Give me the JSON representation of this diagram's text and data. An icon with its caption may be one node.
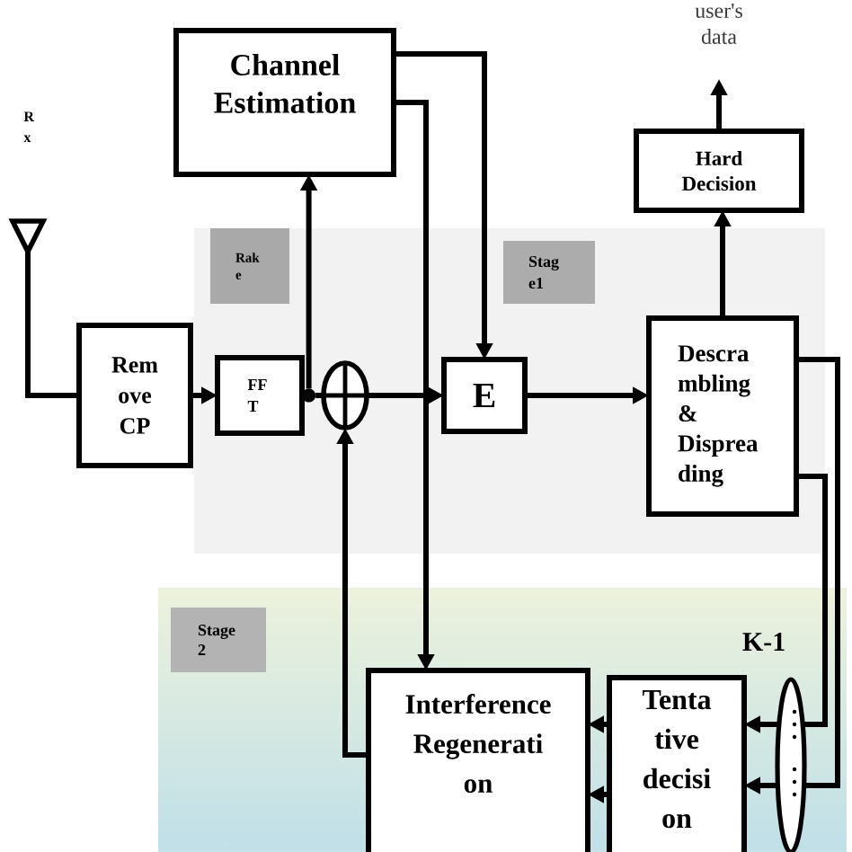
{
  "diagram": {
    "nodes": [
      {
        "text": [
          "user's data"
        ]
      },
      {
        "text": [
          "Channel Estimation"
        ]
      },
      {
        "text": [
          "Hard Decision"
        ]
      },
      {
        "text": [],
        "shape": "triangle"
      },
      {
        "text": [],
        "shape": "box"
      },
      {
        "text": [
          "Rak e"
        ],
        "in": 4
      },
      {
        "text": [
          "Stag e1"
        ],
        "in": 4
      },
      {
        "text": [
          "Rem ove CP"
        ]
      },
      {
        "text": [
          "FF T"
        ],
        "in": 4
      },
      {
        "text": [],
        "shape": "circle",
        "in": 4
      },
      {
        "text": [
          "E"
        ],
        "in": 4
      },
      {
        "text": [
          "Descra mbling & Disprea ding"
        ],
        "in": 4
      },
      {
        "text": [],
        "shape": "box"
      },
      {
        "text": [
          "Stage 2"
        ],
        "in": 12
      },
      {
        "text": [
          "Interference Regenerati on"
        ],
        "in": 12
      },
      {
        "text": [
          "Tenta tive decisi on"
        ],
        "in": 12
      }
    ],
    "edges": [
      {
        "from": 3,
        "to": 7,
        "arrow": "none"
      },
      {
        "from": 7,
        "to": 8,
        "arrow": "to"
      },
      {
        "from": 8,
        "to": 1,
        "arrow": "to"
      },
      {
        "from": 8,
        "to": 9,
        "arrow": "other"
      },
      {
        "from": 1,
        "to": 10,
        "arrow": "to"
      },
      {
        "from": 1,
        "to": 14,
        "arrow": "to"
      },
      {
        "from": 9,
        "to": 10,
        "arrow": "to"
      },
      {
        "from": 14,
        "to": 9,
        "arrow": "to"
      },
      {
        "from": 10,
        "to": 11,
        "arrow": "to"
      },
      {
        "from": 11,
        "to": 2,
        "arrow": "to"
      },
      {
        "from": 2,
        "to": 0,
        "arrow": "to"
      },
      {
        "from": 11,
        "to": 15,
        "arrow": "to"
      },
      {
        "from": 11,
        "to": 15,
        "arrow": "to"
      },
      {
        "from": 15,
        "to": 14,
        "arrow": "to"
      },
      {
        "from": 15,
        "to": 14,
        "arrow": "to"
      }
    ],
    "labels": [
      "R x",
      "K-1"
    ]
  }
}
